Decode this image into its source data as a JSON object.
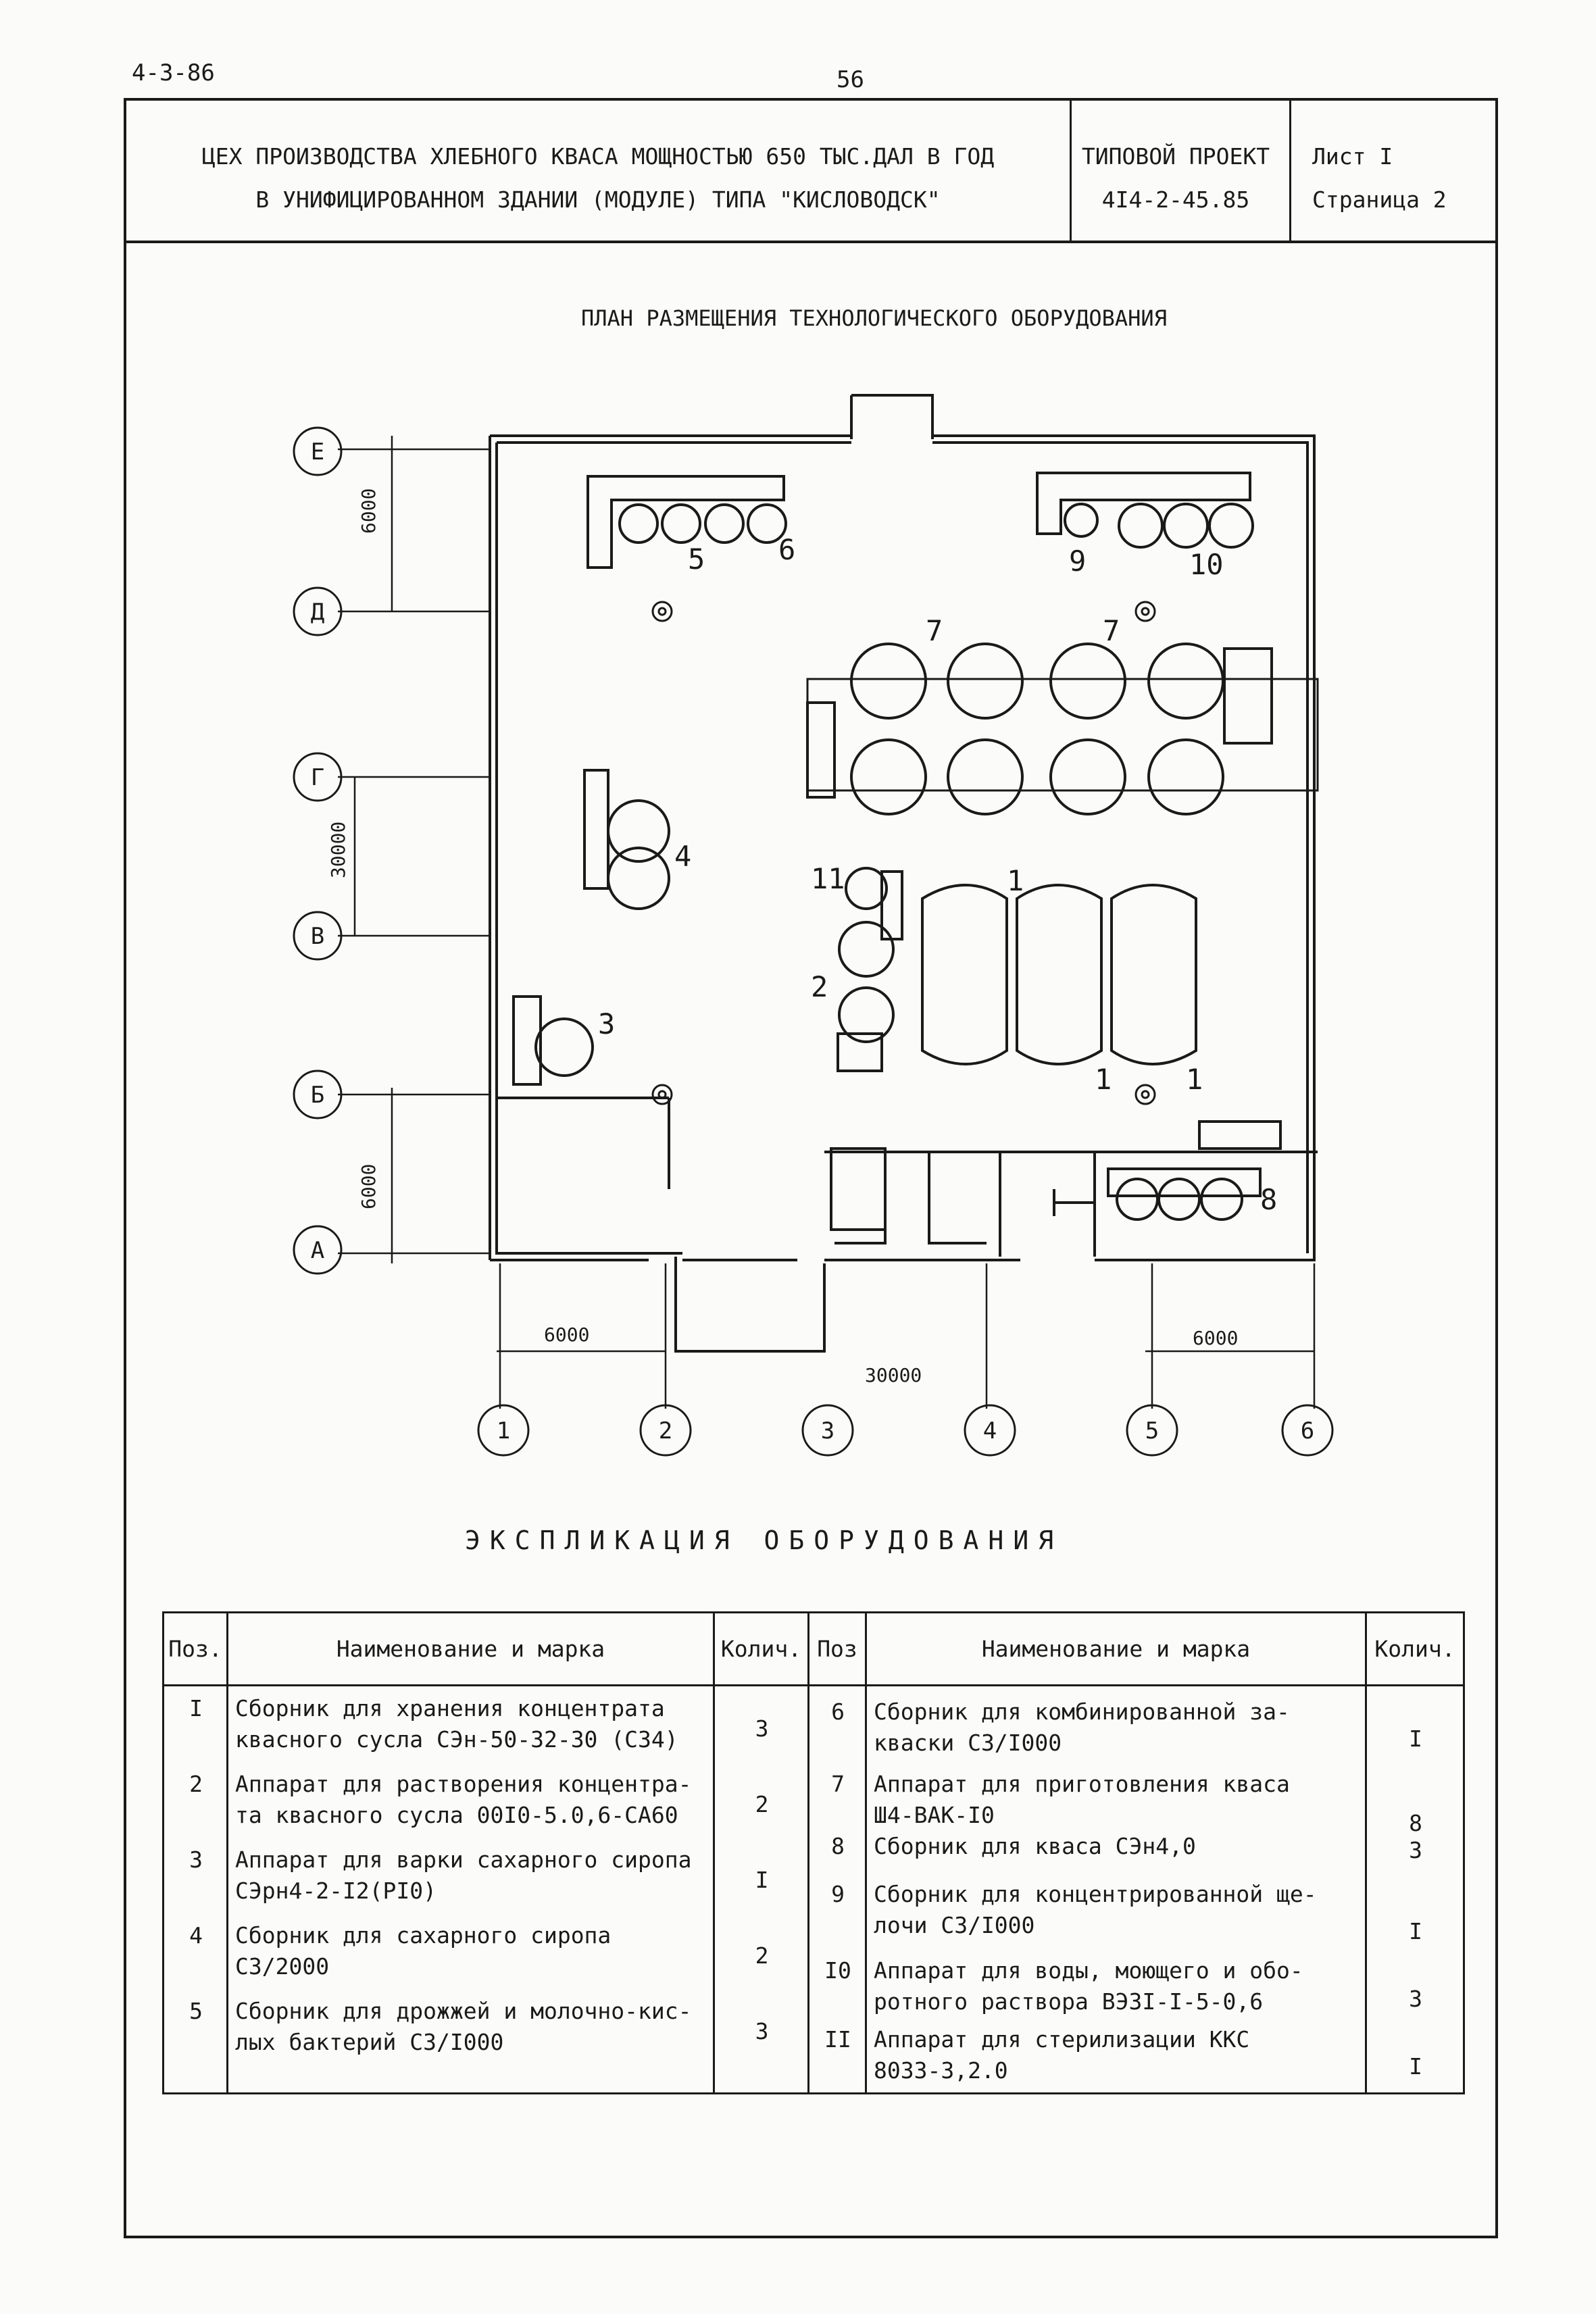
{
  "page": {
    "corner_code": "4-3-86",
    "page_number": "56"
  },
  "header": {
    "title_line1": "ЦЕХ ПРОИЗВОДСТВА ХЛЕБНОГО КВАСА МОЩНОСТЬЮ 650 ТЫС.ДАЛ В ГОД",
    "title_line2": "В УНИФИЦИРОВАННОМ ЗДАНИИ (МОДУЛЕ) ТИПА \"КИСЛОВОДСК\"",
    "project_label": "ТИПОВОЙ ПРОЕКТ",
    "project_number": "4I4-2-45.85",
    "sheet_label": "Лист I",
    "page_label": "Страница 2"
  },
  "plan": {
    "title": "ПЛАН РАЗМЕЩЕНИЯ ТЕХНОЛОГИЧЕСКОГО ОБОРУДОВАНИЯ",
    "row_axes": [
      "Е",
      "Д",
      "Г",
      "В",
      "Б",
      "А"
    ],
    "column_axes": [
      "1",
      "2",
      "3",
      "4",
      "5",
      "6"
    ],
    "dim_top_left": "6000",
    "dim_height": "30000",
    "dim_bottom_left": "6000",
    "dim_bay_left": "6000",
    "dim_width": "30000",
    "dim_bay_right": "6000",
    "equipment_labels": [
      "1",
      "1",
      "1",
      "2",
      "3",
      "4",
      "5",
      "6",
      "7",
      "7",
      "8",
      "9",
      "10",
      "11"
    ]
  },
  "explication": {
    "title": "ЭКСПЛИКАЦИЯ ОБОРУДОВАНИЯ",
    "columns": {
      "pos": "Поз.",
      "name": "Наименование и марка",
      "qty": "Колич.",
      "pos2": "Поз",
      "name2": "Наименование и марка",
      "qty2": "Колич."
    },
    "left": [
      {
        "pos": "I",
        "name_1": "Сборник для хранения концентрата",
        "name_2": "квасного сусла СЭн-50-32-30 (С34)",
        "qty": "3"
      },
      {
        "pos": "2",
        "name_1": "Аппарат для растворения концентра-",
        "name_2": "та квасного сусла 00I0-5.0,6-СА60",
        "qty": "2"
      },
      {
        "pos": "3",
        "name_1": "Аппарат для варки сахарного сиропа",
        "name_2": "СЭрн4-2-I2(PI0)",
        "qty": "I"
      },
      {
        "pos": "4",
        "name_1": "Сборник для сахарного сиропа",
        "name_2": "С3/2000",
        "qty": "2"
      },
      {
        "pos": "5",
        "name_1": "Сборник для дрожжей и молочно-кис-",
        "name_2": "лых бактерий С3/I000",
        "qty": "3"
      }
    ],
    "right": [
      {
        "pos": "6",
        "name_1": "Сборник для комбинированной за-",
        "name_2": "кваски С3/I000",
        "qty": "I"
      },
      {
        "pos": "7",
        "name_1": "Аппарат для приготовления кваса",
        "name_2": "Ш4-ВАК-I0",
        "qty": "8"
      },
      {
        "pos": "8",
        "name_1": "Сборник для кваса СЭн4,0",
        "name_2": "",
        "qty": "3"
      },
      {
        "pos": "9",
        "name_1": "Сборник для концентрированной ще-",
        "name_2": "лочи С3/I000",
        "qty": "I"
      },
      {
        "pos": "I0",
        "name_1": "Аппарат для воды, моющего и обо-",
        "name_2": "ротного раствора ВЭЗI-I-5-0,6",
        "qty": "3"
      },
      {
        "pos": "II",
        "name_1": "Аппарат для стерилизации ККС",
        "name_2": "8033-3,2.0",
        "qty": "I"
      }
    ]
  }
}
